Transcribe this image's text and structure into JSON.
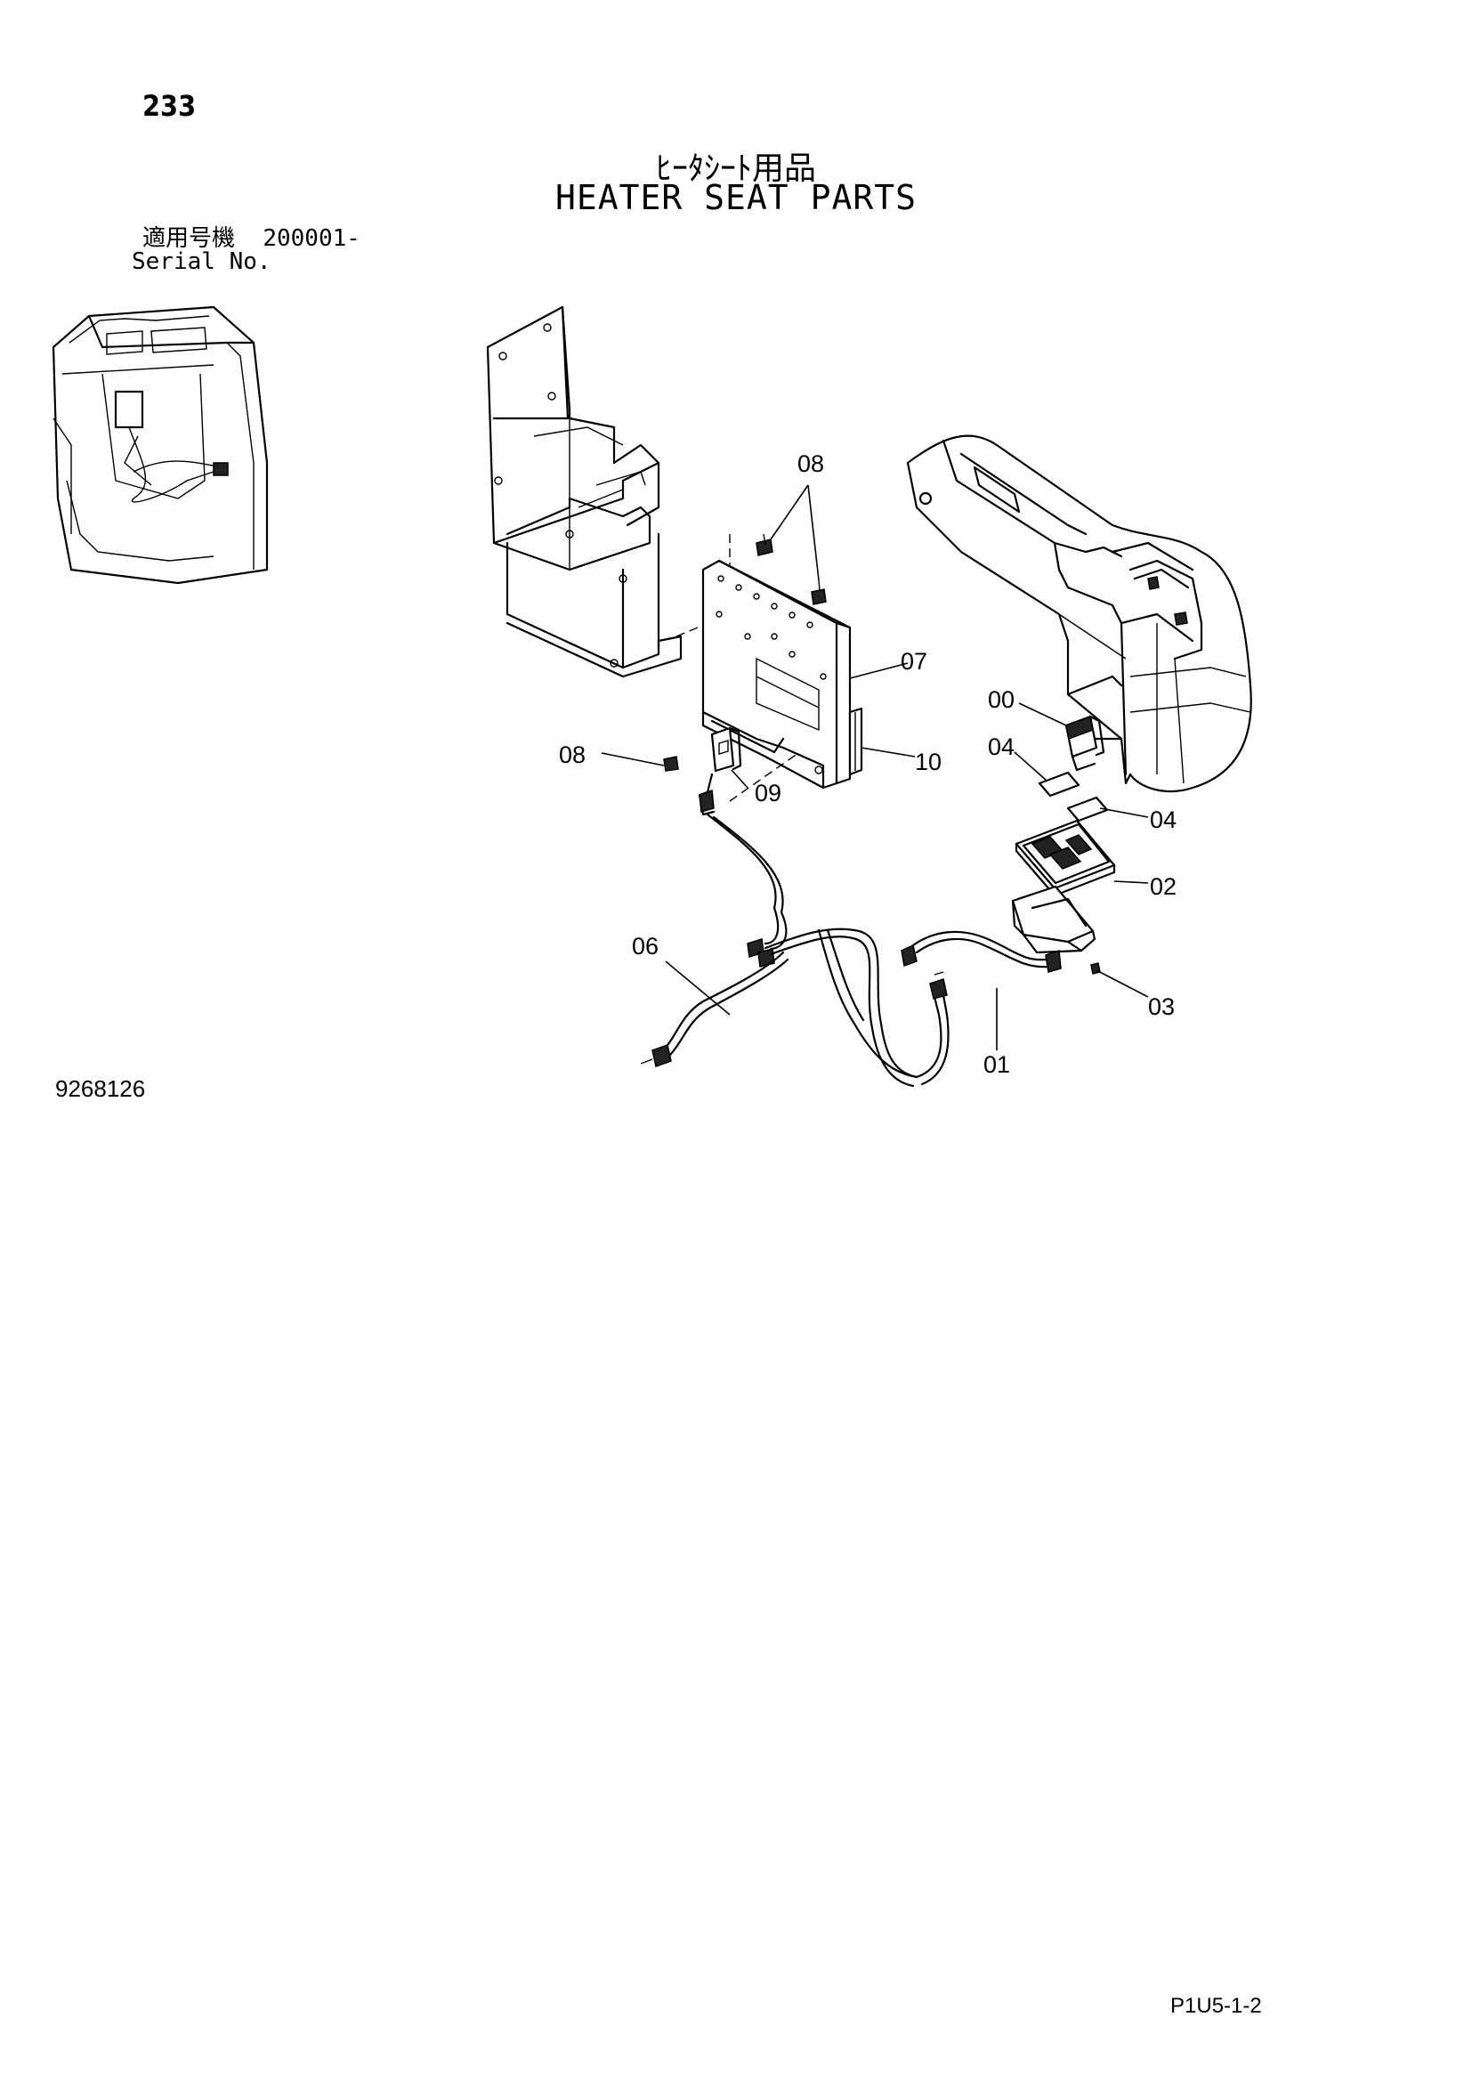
{
  "header": {
    "page_number": "233",
    "title_jp": "ﾋｰﾀｼｰﾄ用品",
    "title_en": "HEATER SEAT PARTS",
    "serial_label_jp": "適用号機",
    "serial_value": "200001-",
    "serial_label_en": "Serial No."
  },
  "callouts": [
    "08",
    "07",
    "00",
    "04",
    "08",
    "10",
    "09",
    "04",
    "02",
    "06",
    "03",
    "01"
  ],
  "footer": {
    "drawing_code": "9268126",
    "page_code": "P1U5-1-2"
  }
}
